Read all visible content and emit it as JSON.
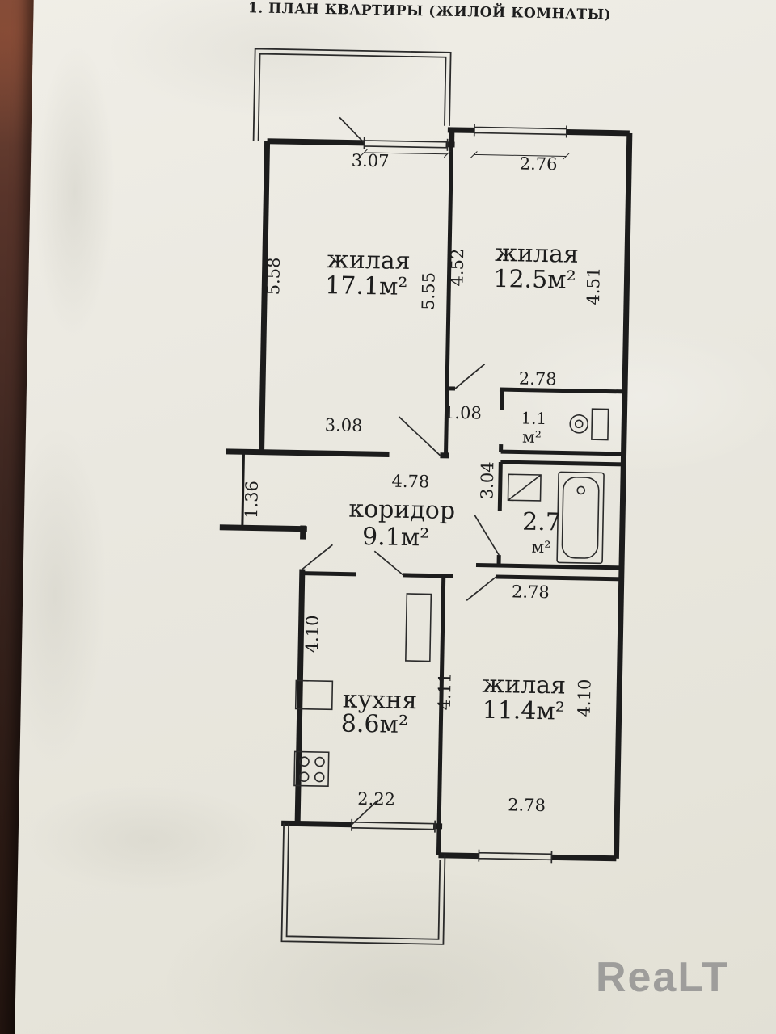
{
  "title": "1. ПЛАН КВАРТИРЫ (ЖИЛОЙ КОМНАТЫ)",
  "watermark": "ReaLT",
  "rooms": {
    "living1": {
      "label": "жилая",
      "area": "17.1м²"
    },
    "living2": {
      "label": "жилая",
      "area": "12.5м²"
    },
    "living3": {
      "label": "жилая",
      "area": "11.4м²"
    },
    "kitchen": {
      "label": "кухня",
      "area": "8.6м²"
    },
    "corridor": {
      "label": "коридор",
      "area": "9.1м²"
    },
    "wc": {
      "area_value": "1.1",
      "area_unit": "м²"
    },
    "bathroom": {
      "area_value": "2.7",
      "area_unit": "м²"
    }
  },
  "dimensions": {
    "d307": "3.07",
    "d276": "2.76",
    "d558": "5.58",
    "d555": "5.55",
    "d452": "4.52",
    "d451": "4.51",
    "d278_wc": "2.78",
    "d108": "1.08",
    "d308": "3.08",
    "d478": "4.78",
    "d304": "3.04",
    "d136": "1.36",
    "d278_room3_top": "2.78",
    "d410_kitchen": "4.10",
    "d411": "4.11",
    "d410_room3": "4.10",
    "d222": "2.22",
    "d278_room3_bottom": "2.78"
  }
}
